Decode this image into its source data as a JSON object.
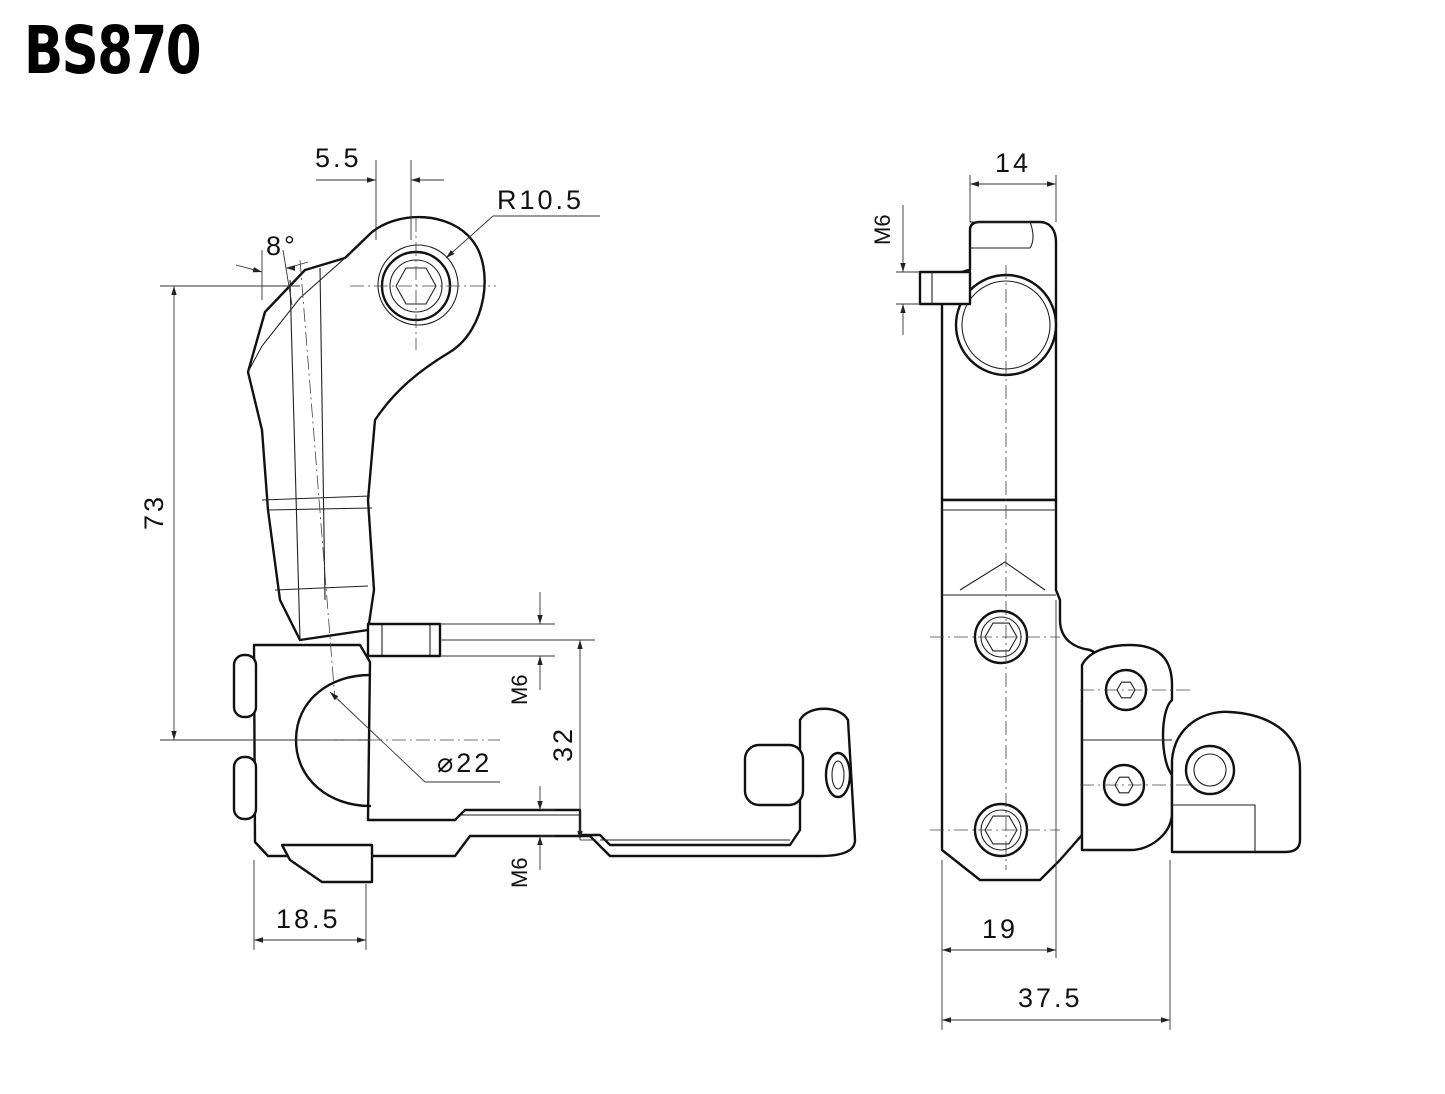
{
  "title": "BS870",
  "dimensions": {
    "top_offset": "5.5",
    "radius": "R10.5",
    "angle": "8°",
    "height": "73",
    "thread_upper": "M6",
    "bar_diameter": "⌀22",
    "mount_spacing": "32",
    "thread_lower": "M6",
    "base_width": "18.5",
    "side_top_width": "14",
    "side_thread": "M6",
    "side_width": "19",
    "total_width": "37.5"
  },
  "icons": {
    "bolt_head": "hex-socket-icon",
    "arrow": "dimension-arrow-icon"
  }
}
